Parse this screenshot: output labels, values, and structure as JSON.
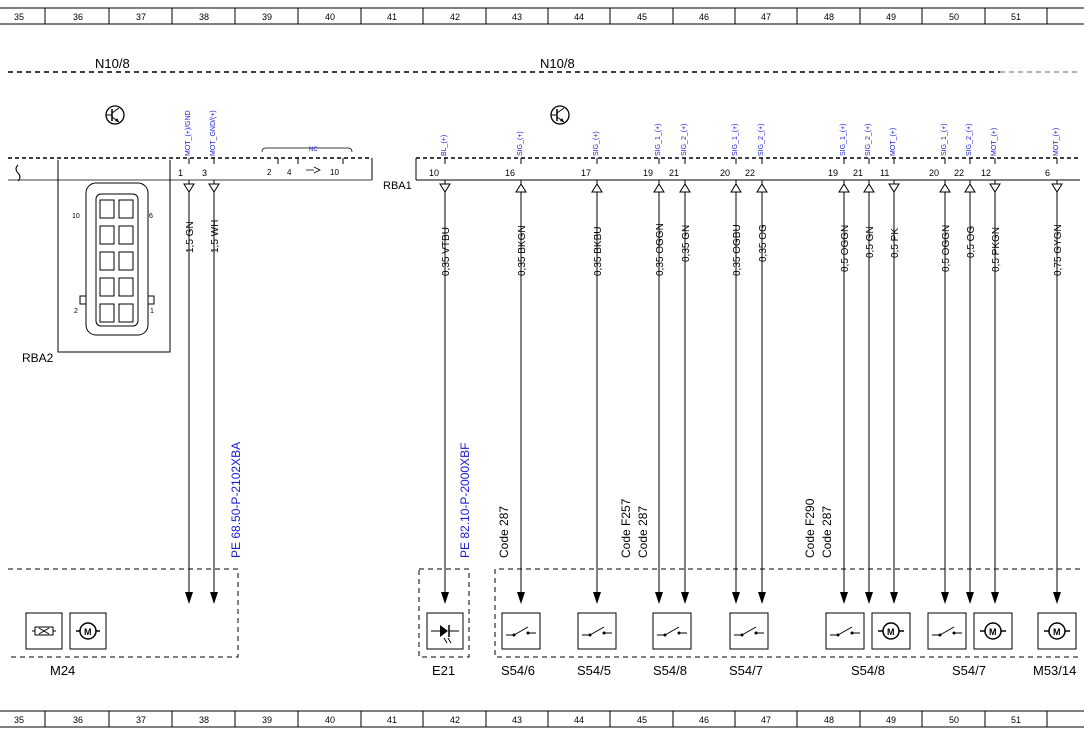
{
  "grid": {
    "top": [
      "35",
      "36",
      "37",
      "38",
      "39",
      "40",
      "41",
      "42",
      "43",
      "44",
      "45",
      "46",
      "47",
      "48",
      "49",
      "50",
      "51"
    ],
    "bottom": [
      "35",
      "36",
      "37",
      "38",
      "39",
      "40",
      "41",
      "42",
      "43",
      "44",
      "45",
      "46",
      "47",
      "48",
      "49",
      "50",
      "51"
    ]
  },
  "module": {
    "name_left": "N10/8",
    "name_right": "N10/8",
    "connector_left": "RBA2",
    "connector_right": "RBA1",
    "nc_label": "NC",
    "nc_pins": [
      "2",
      "4",
      "10"
    ],
    "face_pins": {
      "tl": "10",
      "tr": "6",
      "bl": "2",
      "br": "1"
    }
  },
  "pins": [
    {
      "pin": "1",
      "signal": "MOT_(+)/GND",
      "wire": "1,5 GN"
    },
    {
      "pin": "3",
      "signal": "MOT_GND/(+)",
      "wire": "1,5 WH"
    },
    {
      "pin": "10",
      "signal": "BL_(+)",
      "wire": "0,35 VTBU"
    },
    {
      "pin": "16",
      "signal": "SIG_(+)",
      "wire": "0,35 BKGN"
    },
    {
      "pin": "17",
      "signal": "SIG_(+)",
      "wire": "0,35 BKBU"
    },
    {
      "pin": "19",
      "signal": "SIG_1_(+)",
      "wire": "0,35 OGGN"
    },
    {
      "pin": "21",
      "signal": "SIG_2_(+)",
      "wire": "0,35 GN"
    },
    {
      "pin": "20",
      "signal": "SIG_1_(+)",
      "wire": "0,35 OGBU"
    },
    {
      "pin": "22",
      "signal": "SIG_2_(+)",
      "wire": "0,35 OG"
    },
    {
      "pin": "19",
      "signal": "SIG_1_(+)",
      "wire": "0,5 OGGN"
    },
    {
      "pin": "21",
      "signal": "SIG_2_(+)",
      "wire": "0,5 GN"
    },
    {
      "pin": "11",
      "signal": "MOT_(+)",
      "wire": "0,5 PK"
    },
    {
      "pin": "20",
      "signal": "SIG_1_(+)",
      "wire": "0,5 OGGN"
    },
    {
      "pin": "22",
      "signal": "SIG_2_(+)",
      "wire": "0,5 OG"
    },
    {
      "pin": "12",
      "signal": "MOT_(+)",
      "wire": "0,5 PKGN"
    },
    {
      "pin": "6",
      "signal": "MOT_(+)",
      "wire": "0,75 GYGN"
    }
  ],
  "references": {
    "pe1": "PE 68.50-P-2102XBA",
    "pe2": "PE 82.10-P-2000XBF"
  },
  "codes": {
    "c1": "Code 287",
    "c2a": "Code F257",
    "c2b": "Code 287",
    "c3a": "Code F290",
    "c3b": "Code 287"
  },
  "components": {
    "m24": "M24",
    "e21": "E21",
    "s54_6": "S54/6",
    "s54_5": "S54/5",
    "s54_8a": "S54/8",
    "s54_7a": "S54/7",
    "s54_8b": "S54/8",
    "s54_7b": "S54/7",
    "m53": "M53/14"
  }
}
